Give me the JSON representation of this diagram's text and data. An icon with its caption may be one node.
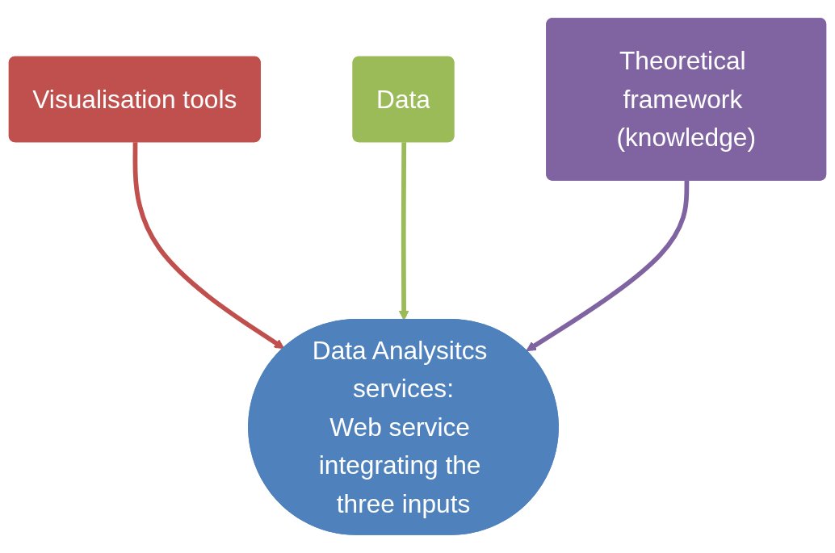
{
  "diagram": {
    "nodes": [
      {
        "text": [
          "Visualisation tools"
        ]
      },
      {
        "text": [
          "Data"
        ]
      },
      {
        "text": [
          "Theoretical framework (knowledge)"
        ]
      },
      {
        "text": [
          "Data Analysitcs services:",
          "Web service integrating the three inputs"
        ]
      }
    ],
    "edges": [
      {
        "from": 0,
        "to": 3,
        "arrow": "to",
        "color": "#c0504d"
      },
      {
        "from": 1,
        "to": 3,
        "arrow": "to",
        "color": "#9bbb59"
      },
      {
        "from": 2,
        "to": 3,
        "arrow": "to",
        "color": "#8064a2"
      }
    ]
  }
}
